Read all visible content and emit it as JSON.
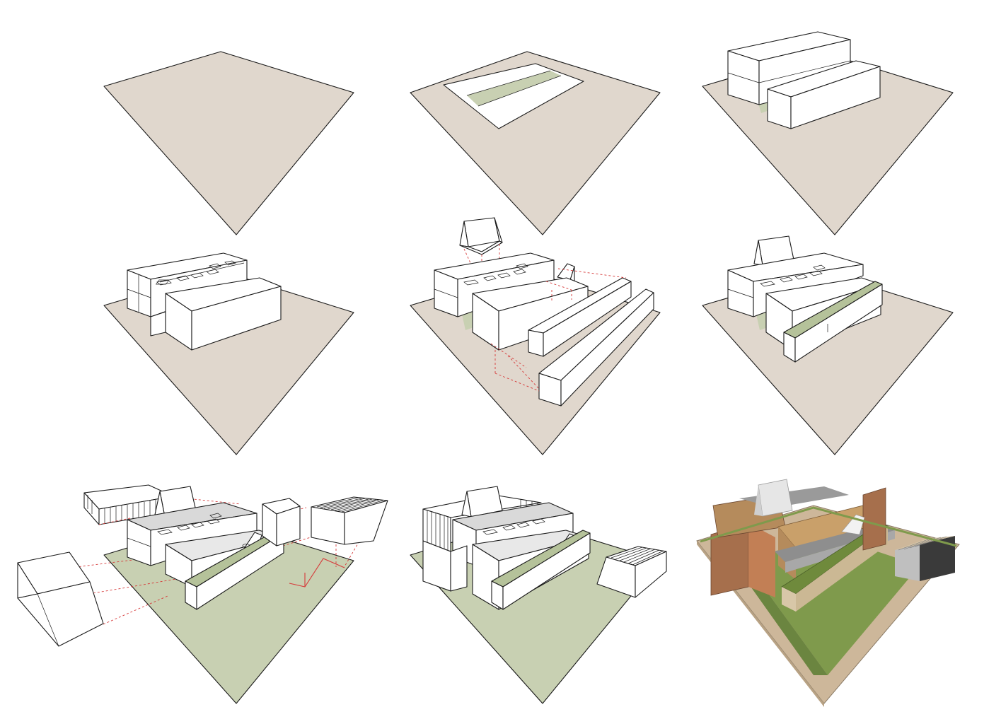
{
  "colors": {
    "ground": "#e0d7cd",
    "lawn": "#c8d0b2",
    "green_strip": "#b5c29a",
    "mass_white": "#ffffff",
    "roof_grey": "#d9d9d9",
    "wall_grey": "#e8e8e8",
    "outline": "#1a1a1a",
    "guide_red": "#d63a3a",
    "render_grass": "#7f9a4c",
    "render_brick": "#a66f4c",
    "render_wood": "#c9a06a",
    "render_soil": "#cdb79a"
  },
  "steps": [
    "empty-site",
    "courtyard-cut",
    "linear-bars",
    "stacked-volumes",
    "exploded-additions",
    "assembled-massing",
    "exploded-envelope",
    "assembled-envelope",
    "rendered-model"
  ]
}
